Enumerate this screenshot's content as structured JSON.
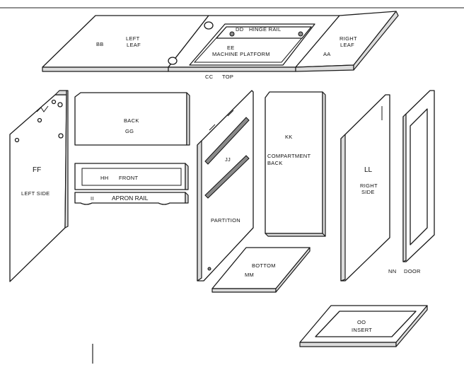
{
  "labels": {
    "bb": "BB",
    "left_leaf_1": "LEFT",
    "left_leaf_2": "LEAF",
    "dd": "DD",
    "hinge_rail": "HINGE RAIL",
    "ee": "EE",
    "machine_platform": "MACHINE PLATFORM",
    "right_leaf_1": "RIGHT",
    "right_leaf_2": "LEAF",
    "aa": "AA",
    "cc": "CC",
    "top": "TOP",
    "back": "BACK",
    "gg": "GG",
    "hh": "HH",
    "front": "FRONT",
    "ii": "II",
    "apron_rail": "APRON RAIL",
    "ff": "FF",
    "left_side": "LEFT SIDE",
    "jj": "JJ",
    "partition": "PARTITION",
    "kk": "KK",
    "compartment_1": "COMPARTMENT",
    "compartment_2": "BACK",
    "ll": "LL",
    "right_side_1": "RIGHT",
    "right_side_2": "SIDE",
    "bottom": "BOTTOM",
    "mm": "MM",
    "nn": "NN",
    "door": "DOOR",
    "oo": "OO",
    "insert": "INSERT"
  }
}
